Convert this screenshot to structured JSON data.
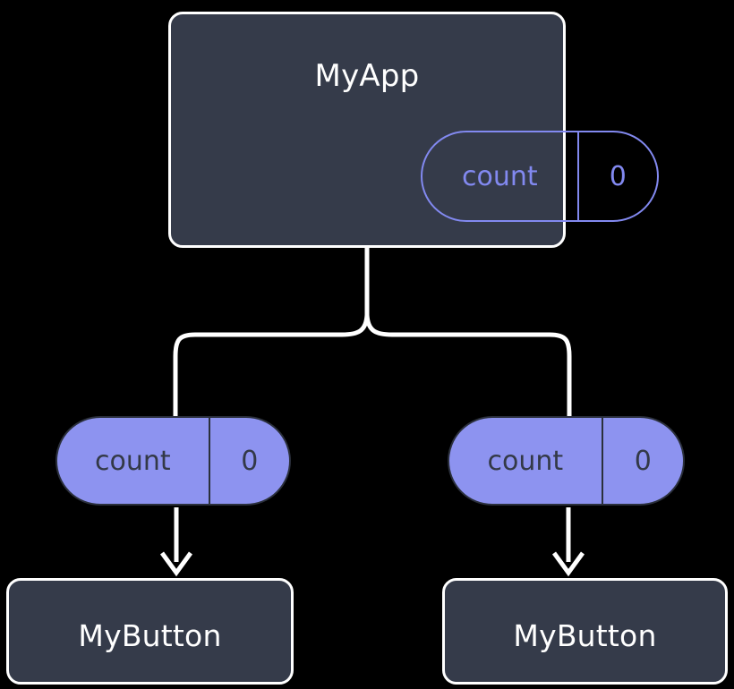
{
  "diagram": {
    "type": "component-tree",
    "background_color": "#000000",
    "root": {
      "name": "MyApp",
      "title": "MyApp",
      "state": {
        "key": "count",
        "value": "0"
      }
    },
    "branches": [
      {
        "prop": {
          "key": "count",
          "value": "0"
        },
        "child": {
          "title": "MyButton"
        }
      },
      {
        "prop": {
          "key": "count",
          "value": "0"
        },
        "child": {
          "title": "MyButton"
        }
      }
    ]
  },
  "colors": {
    "background": "#000000",
    "node_fill": "#353B4A",
    "node_border": "#FFFFFF",
    "node_text": "#FFFFFF",
    "pill_accent": "#8289F0",
    "pill_fill": "#8D93F0",
    "pill_text_dark": "#333947",
    "connector": "#FFFFFF",
    "arrow": "#FFFFFF"
  }
}
